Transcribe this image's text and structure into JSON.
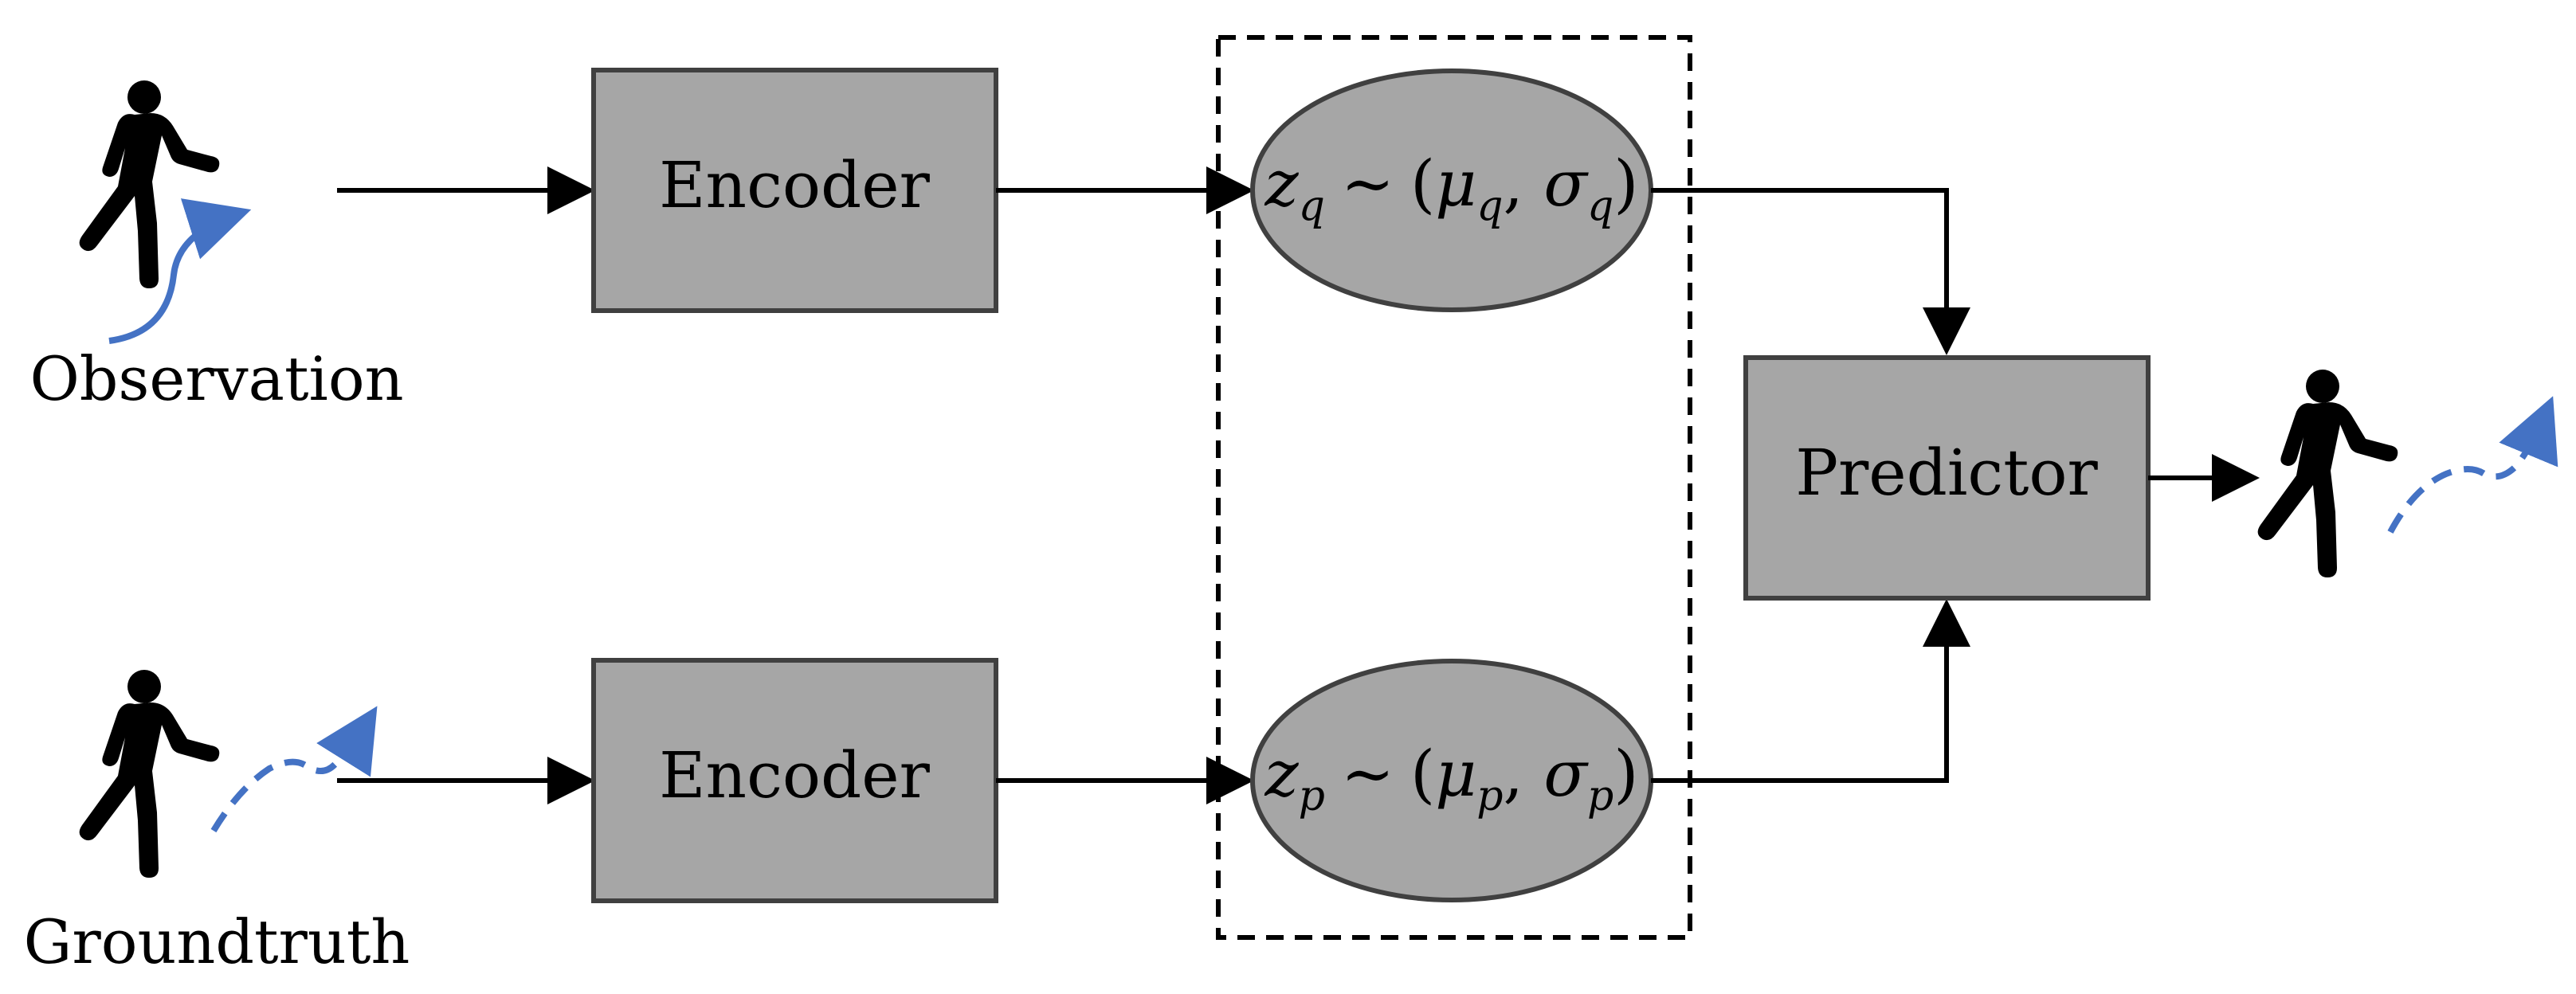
{
  "labels": {
    "observation": "Observation",
    "groundtruth": "Groundtruth"
  },
  "blocks": {
    "encoder_top": "Encoder",
    "encoder_bottom": "Encoder",
    "predictor": "Predictor"
  },
  "latents": {
    "q": {
      "var": "z",
      "sub": "q",
      "rel": "∼",
      "mu": "μ",
      "sigma": "σ"
    },
    "p": {
      "var": "z",
      "sub": "p",
      "rel": "∼",
      "mu": "μ",
      "sigma": "σ"
    }
  },
  "icons": {
    "pedestrian": "walking-person-icon",
    "trajectory": "trajectory-arrow-icon"
  },
  "colors": {
    "block_fill": "#a6a6a6",
    "block_stroke": "#404040",
    "trajectory": "#4472c4",
    "arrow": "#000000"
  }
}
